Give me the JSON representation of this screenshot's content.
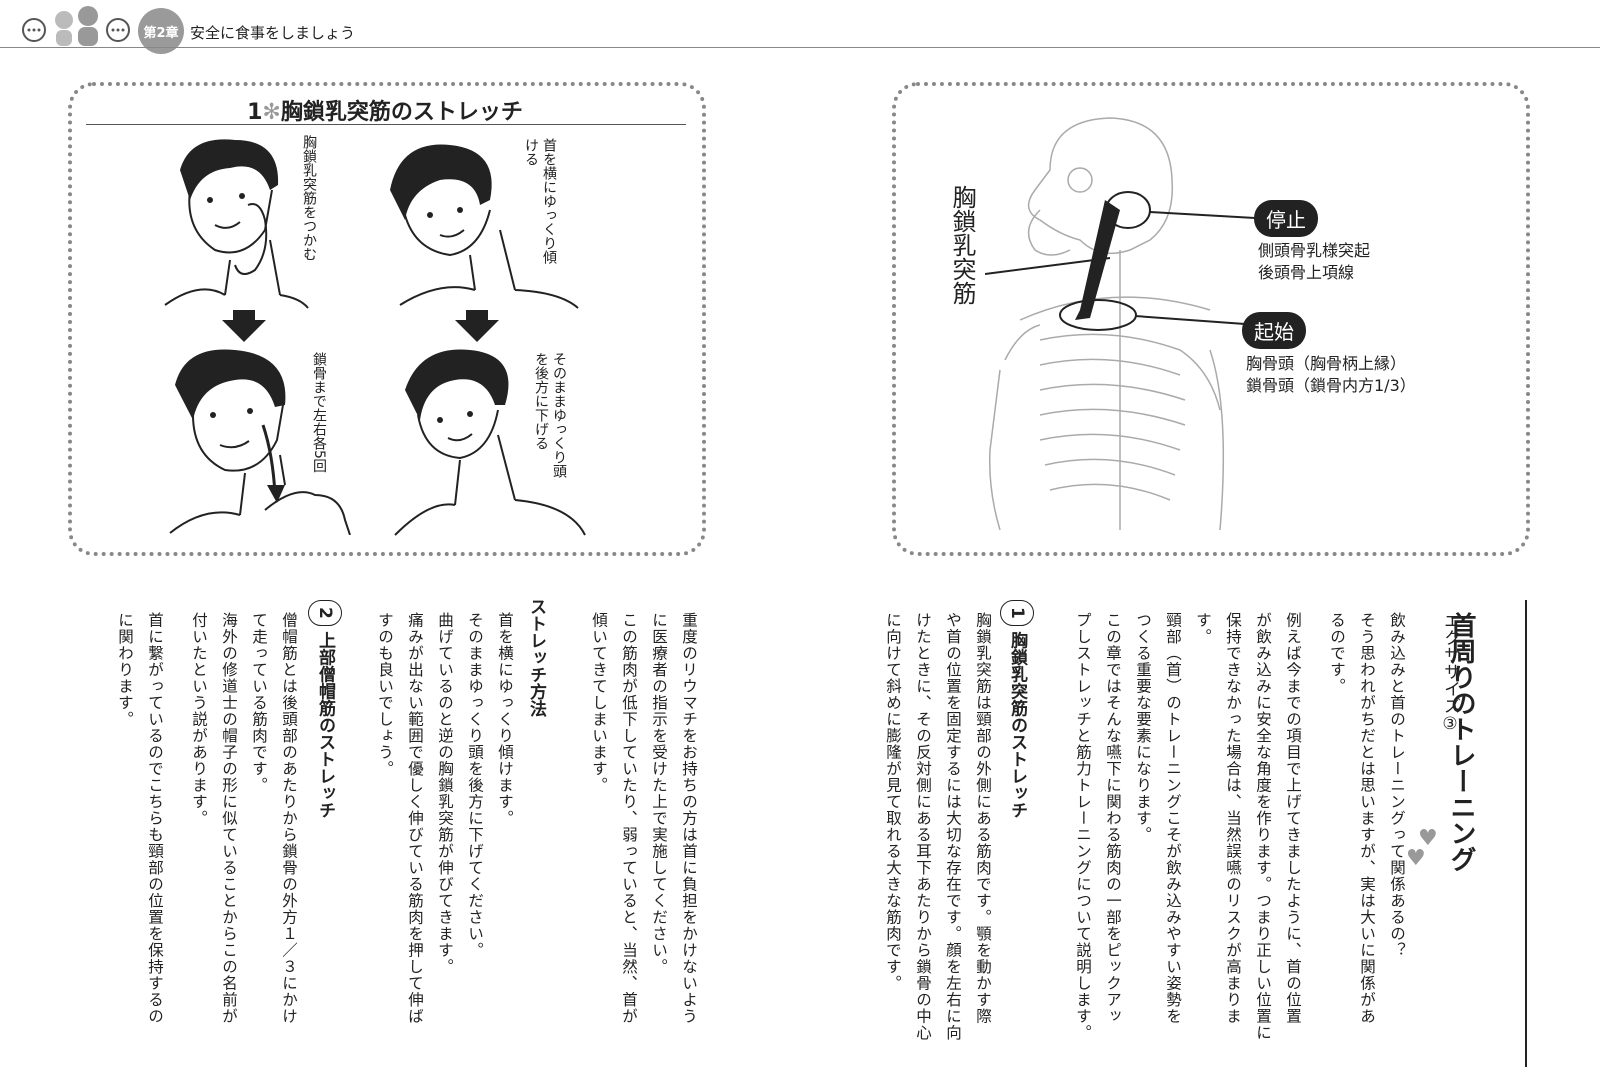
{
  "header": {
    "chapter_label": "第2章",
    "chapter_title": "安全に食事をしましょう"
  },
  "stretch": {
    "number": "1",
    "symbol": "✻",
    "title": "胸鎖乳突筋のストレッチ",
    "captions": [
      "胸鎖乳突筋をつかむ",
      "首を横にゆっくり傾ける",
      "鎖骨まで左右各5回",
      "そのままゆっくり頭を後方に下げる"
    ]
  },
  "anatomy": {
    "muscle_label": "胸鎖乳突筋",
    "insertion_label": "停止",
    "insertion_lines": [
      "側頭骨乳様突起",
      "後頭骨上項線"
    ],
    "origin_label": "起始",
    "origin_lines": [
      "胸骨頭（胸骨柄上縁）",
      "鎖骨頭（鎖骨内方1/3）"
    ]
  },
  "exercise": {
    "label": "エクササイズ③",
    "title": "首周りのトレーニング"
  },
  "text": {
    "right_columns": [
      "飲み込みと首のトレーニングって関係あるの？",
      "そう思われがちだとは思いますが、実は大いに関係があ",
      "るのです。",
      "",
      "例えば今までの項目で上げてきましたように、首の位置",
      "が飲み込みに安全な角度を作ります。つまり正しい位置に",
      "保持できなかった場合は、当然誤嚥のリスクが高まります。",
      "頸部（首）のトレーニングこそが飲み込みやすい姿勢を",
      "つくる重要な要素になります。",
      "この章ではそんな嚥下に関わる筋肉の一部をピックアッ",
      "プしストレッチと筋力トレーニングについて説明します。"
    ],
    "section1_number": "1",
    "section1_title": "胸鎖乳突筋のストレッチ",
    "section1_columns": [
      "胸鎖乳突筋は頸部の外側にある筋肉です。顎を動かす際",
      "や首の位置を固定するには大切な存在です。顔を左右に向",
      "けたときに、その反対側にある耳下あたりから鎖骨の中心",
      "に向けて斜めに膨隆が見て取れる大きな筋肉です。"
    ],
    "left_columns_a": [
      "重度のリウマチをお持ちの方は首に負担をかけないよう",
      "に医療者の指示を受けた上で実施してください。",
      "この筋肉が低下していたり、弱っていると、当然、首が",
      "傾いてきてしまいます。"
    ],
    "method_title": "ストレッチ方法",
    "method_columns": [
      "首を横にゆっくり傾けます。",
      "そのままゆっくり頭を後方に下げてください。",
      "曲げているのと逆の胸鎖乳突筋が伸びてきます。",
      "痛みが出ない範囲で優しく伸びている筋肉を押して伸ば",
      "すのも良いでしょう。"
    ],
    "section2_number": "2",
    "section2_title": "上部僧帽筋のストレッチ",
    "section2_columns": [
      "僧帽筋とは後頭部のあたりから鎖骨の外方１／３にかけ",
      "て走っている筋肉です。",
      "海外の修道士の帽子の形に似ていることからこの名前が",
      "付いたという説があります。",
      "",
      "首に繋がっているのでこちらも頸部の位置を保持するの",
      "に関わります。"
    ]
  }
}
